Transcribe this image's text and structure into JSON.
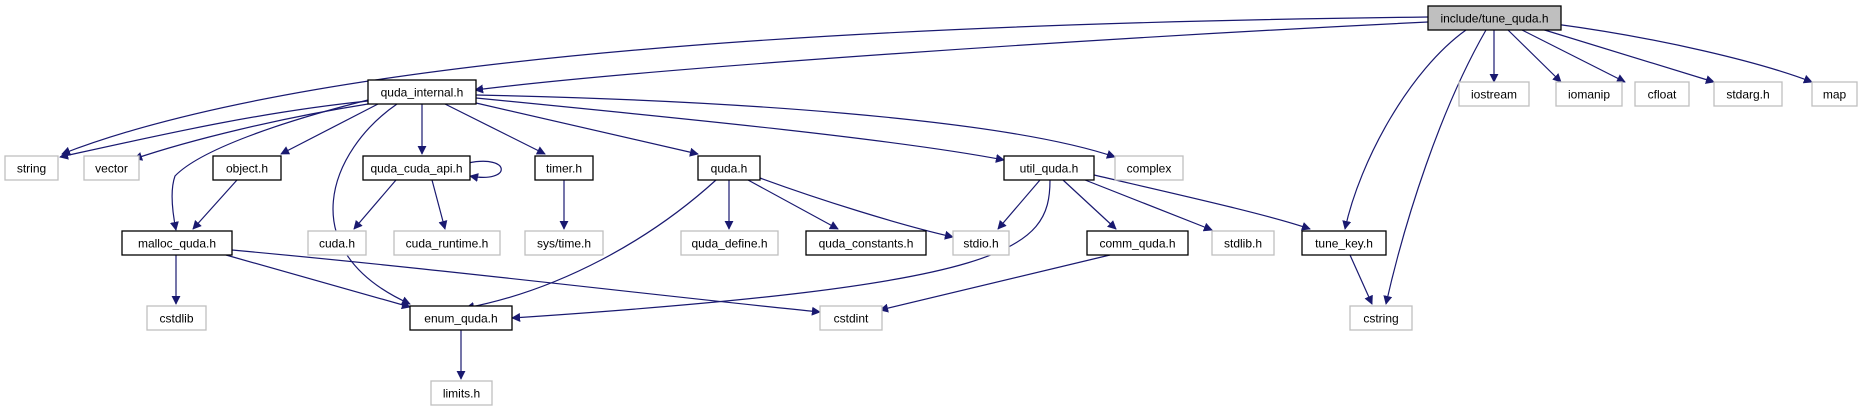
{
  "colors": {
    "edge": "#191970",
    "root_fill": "#bfbfbf",
    "external_border": "#bfbfbf",
    "internal_border": "#000000"
  },
  "nodes": {
    "tune_quda_h": "include/tune_quda.h",
    "quda_internal_h": "quda_internal.h",
    "string": "string",
    "vector": "vector",
    "object_h": "object.h",
    "quda_cuda_api_h": "quda_cuda_api.h",
    "timer_h": "timer.h",
    "quda_h": "quda.h",
    "util_quda_h": "util_quda.h",
    "complex": "complex",
    "iostream": "iostream",
    "iomanip": "iomanip",
    "cfloat": "cfloat",
    "stdarg_h": "stdarg.h",
    "map": "map",
    "malloc_quda_h": "malloc_quda.h",
    "cuda_h": "cuda.h",
    "cuda_runtime_h": "cuda_runtime.h",
    "sys_time_h": "sys/time.h",
    "quda_define_h": "quda_define.h",
    "quda_constants_h": "quda_constants.h",
    "stdio_h": "stdio.h",
    "comm_quda_h": "comm_quda.h",
    "stdlib_h": "stdlib.h",
    "tune_key_h": "tune_key.h",
    "cstdlib": "cstdlib",
    "enum_quda_h": "enum_quda.h",
    "cstdint": "cstdint",
    "cstring": "cstring",
    "limits_h": "limits.h"
  }
}
